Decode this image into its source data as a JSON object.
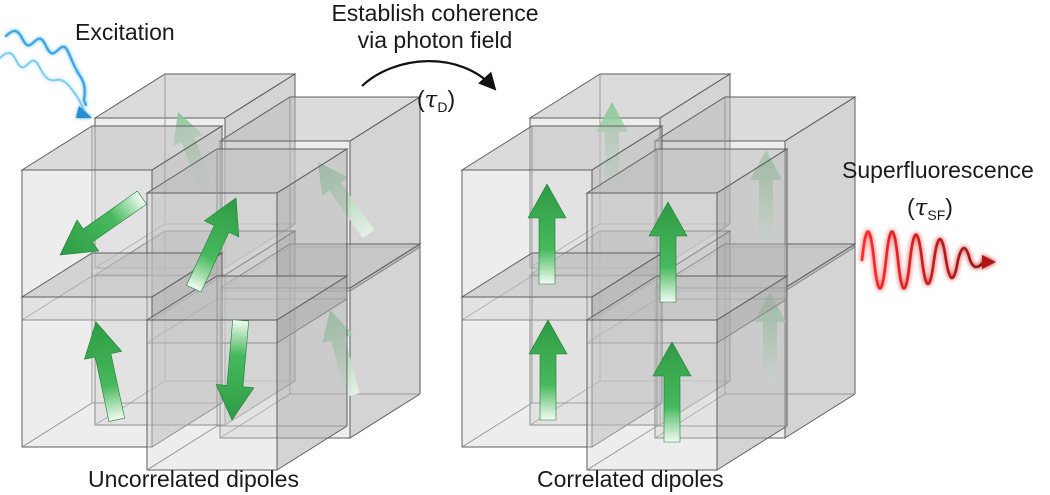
{
  "labels": {
    "excitation": "Excitation",
    "coherence_line1": "Establish coherence",
    "coherence_line2": "via photon field",
    "tau_symbol": "τ",
    "tau_d_subscript": "D",
    "paren_open": "(",
    "paren_close": ")",
    "superfluorescence": "Superfluorescence",
    "tau_sf_subscript": "SF",
    "left_caption": "Uncorrelated dipoles",
    "right_caption": "Correlated dipoles"
  },
  "colors": {
    "excitation_wave": "#3aa6e0",
    "emission_wave": "#e0161e",
    "dipole_arrow": "#1f9a3c",
    "cube_face": "#bfbfbf",
    "cube_edge": "#5a5a5a",
    "text": "#1a1a1a"
  },
  "icons": {
    "excitation": "wavy-arrow-icon",
    "emission": "wavy-arrow-icon",
    "process": "curved-arrow-icon",
    "dipole": "arrow-icon"
  }
}
